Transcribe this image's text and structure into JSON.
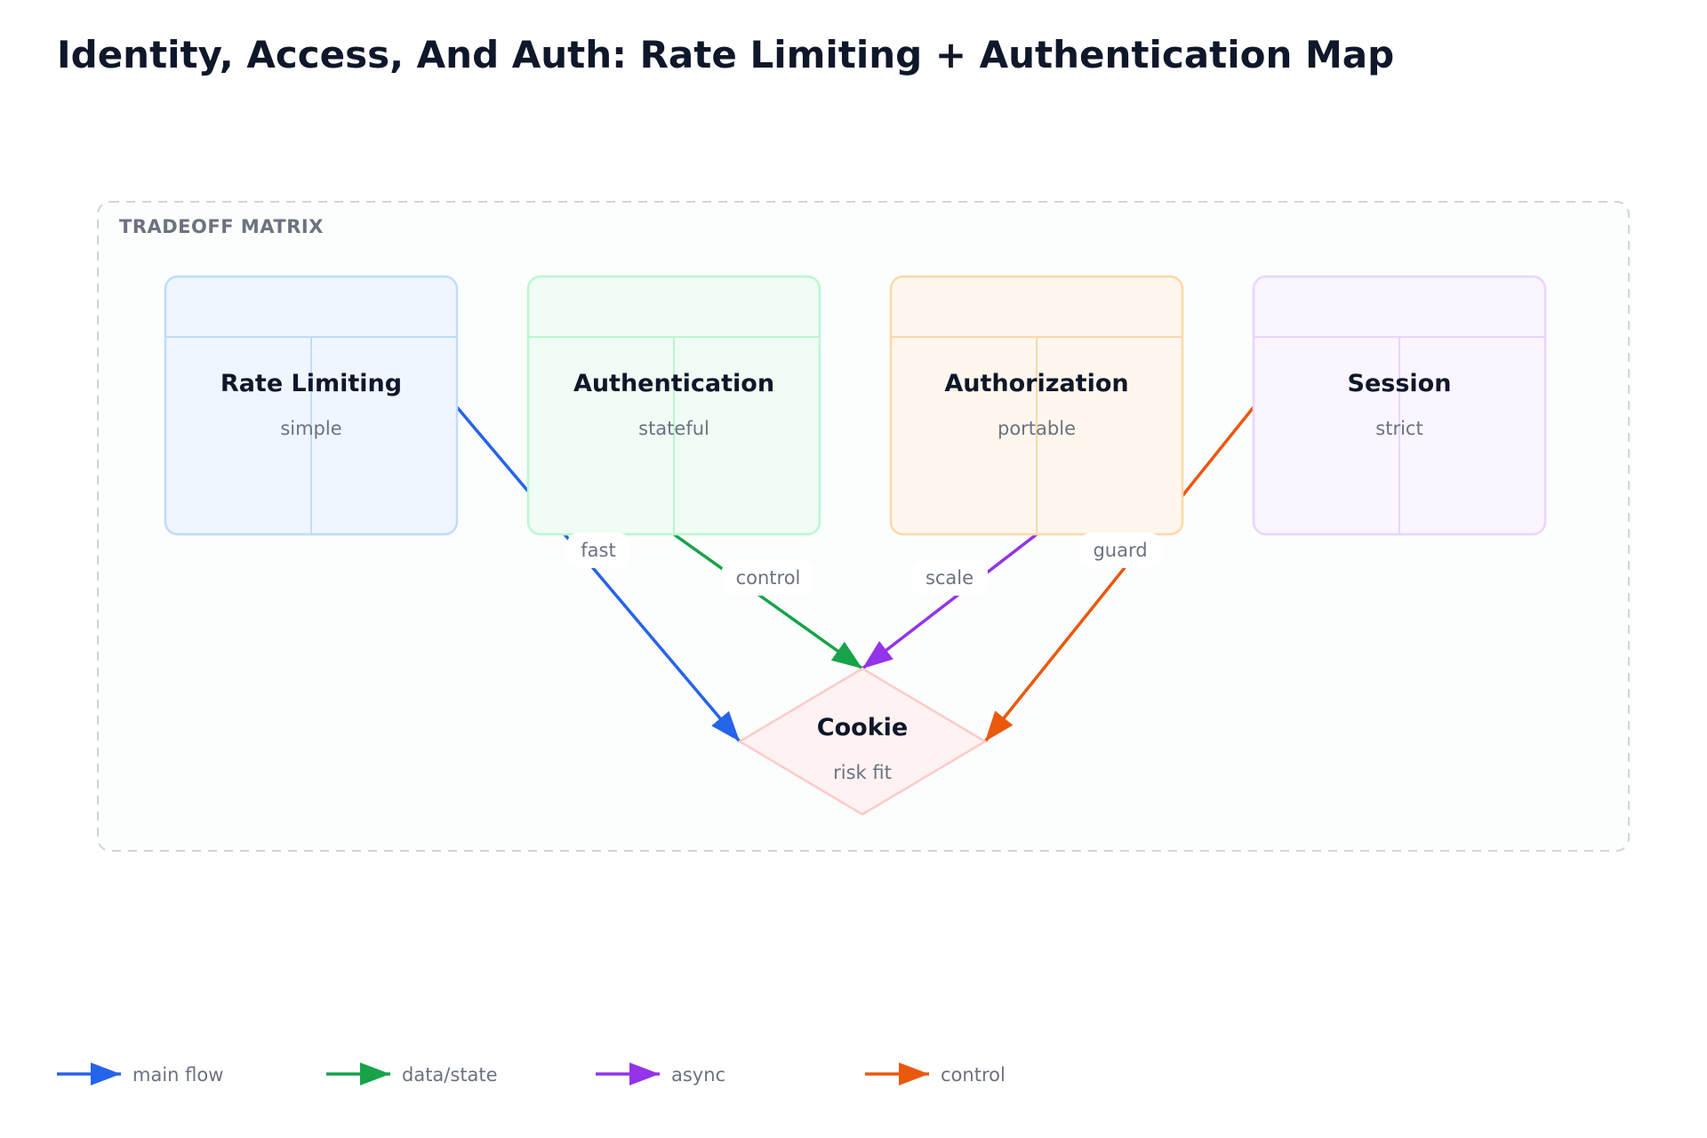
{
  "title": "Identity, Access, And Auth: Rate Limiting + Authentication Map",
  "group": {
    "label": "TRADEOFF MATRIX"
  },
  "nodes": [
    {
      "id": "rate-limiting",
      "title": "Rate Limiting",
      "subtitle": "simple",
      "fill": "#eff6ff",
      "stroke": "#bfdbfe"
    },
    {
      "id": "authentication",
      "title": "Authentication",
      "subtitle": "stateful",
      "fill": "#f0fdf4",
      "stroke": "#bbf7d0"
    },
    {
      "id": "authorization",
      "title": "Authorization",
      "subtitle": "portable",
      "fill": "#fff7ed",
      "stroke": "#fed7aa"
    },
    {
      "id": "session",
      "title": "Session",
      "subtitle": "strict",
      "fill": "#faf5ff",
      "stroke": "#e9d5ff"
    }
  ],
  "decision": {
    "id": "cookie",
    "title": "Cookie",
    "subtitle": "risk fit",
    "fill": "#fef2f2",
    "stroke": "#fecaca"
  },
  "edges": [
    {
      "from": "rate-limiting",
      "label": "fast",
      "color": "#2563eb"
    },
    {
      "from": "authentication",
      "label": "control",
      "color": "#16a34a"
    },
    {
      "from": "authorization",
      "label": "scale",
      "color": "#9333ea"
    },
    {
      "from": "session",
      "label": "guard",
      "color": "#ea580c"
    }
  ],
  "legend": [
    {
      "label": "main flow",
      "color": "#2563eb"
    },
    {
      "label": "data/state",
      "color": "#16a34a"
    },
    {
      "label": "async",
      "color": "#9333ea"
    },
    {
      "label": "control",
      "color": "#ea580c"
    }
  ]
}
